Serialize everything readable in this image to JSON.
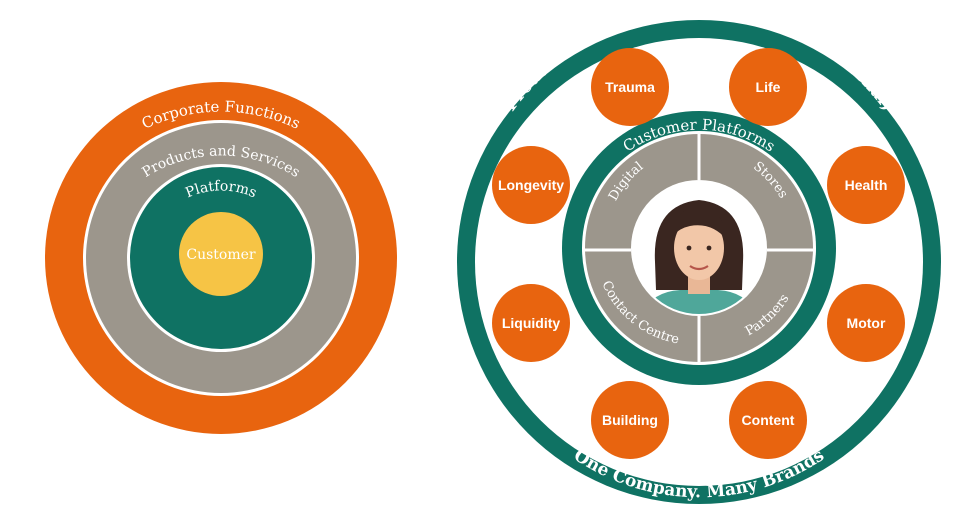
{
  "colors": {
    "orange": "#E8640F",
    "gray": "#9C968C",
    "teal": "#0F7263",
    "yellow": "#F6C445",
    "white": "#FFFFFF",
    "skin": "#F2C7A8",
    "hair": "#3A2620"
  },
  "left_diagram": {
    "outer_label": "Corporate Functions",
    "second_label": "Products and Services",
    "third_label": "Platforms",
    "center_label": "Customer"
  },
  "right_diagram": {
    "top_arc_label": "Products and services (Internal and External)",
    "bottom_arc_label": "One Company. Many Brands",
    "inner_ring_label": "Customer Platforms",
    "segments": [
      "Digital",
      "Stores",
      "Contact Centre",
      "Partners"
    ],
    "products": [
      "Trauma",
      "Life",
      "Longevity",
      "Health",
      "Liquidity",
      "Motor",
      "Building",
      "Content"
    ],
    "center_icon": "customer-face-icon"
  }
}
